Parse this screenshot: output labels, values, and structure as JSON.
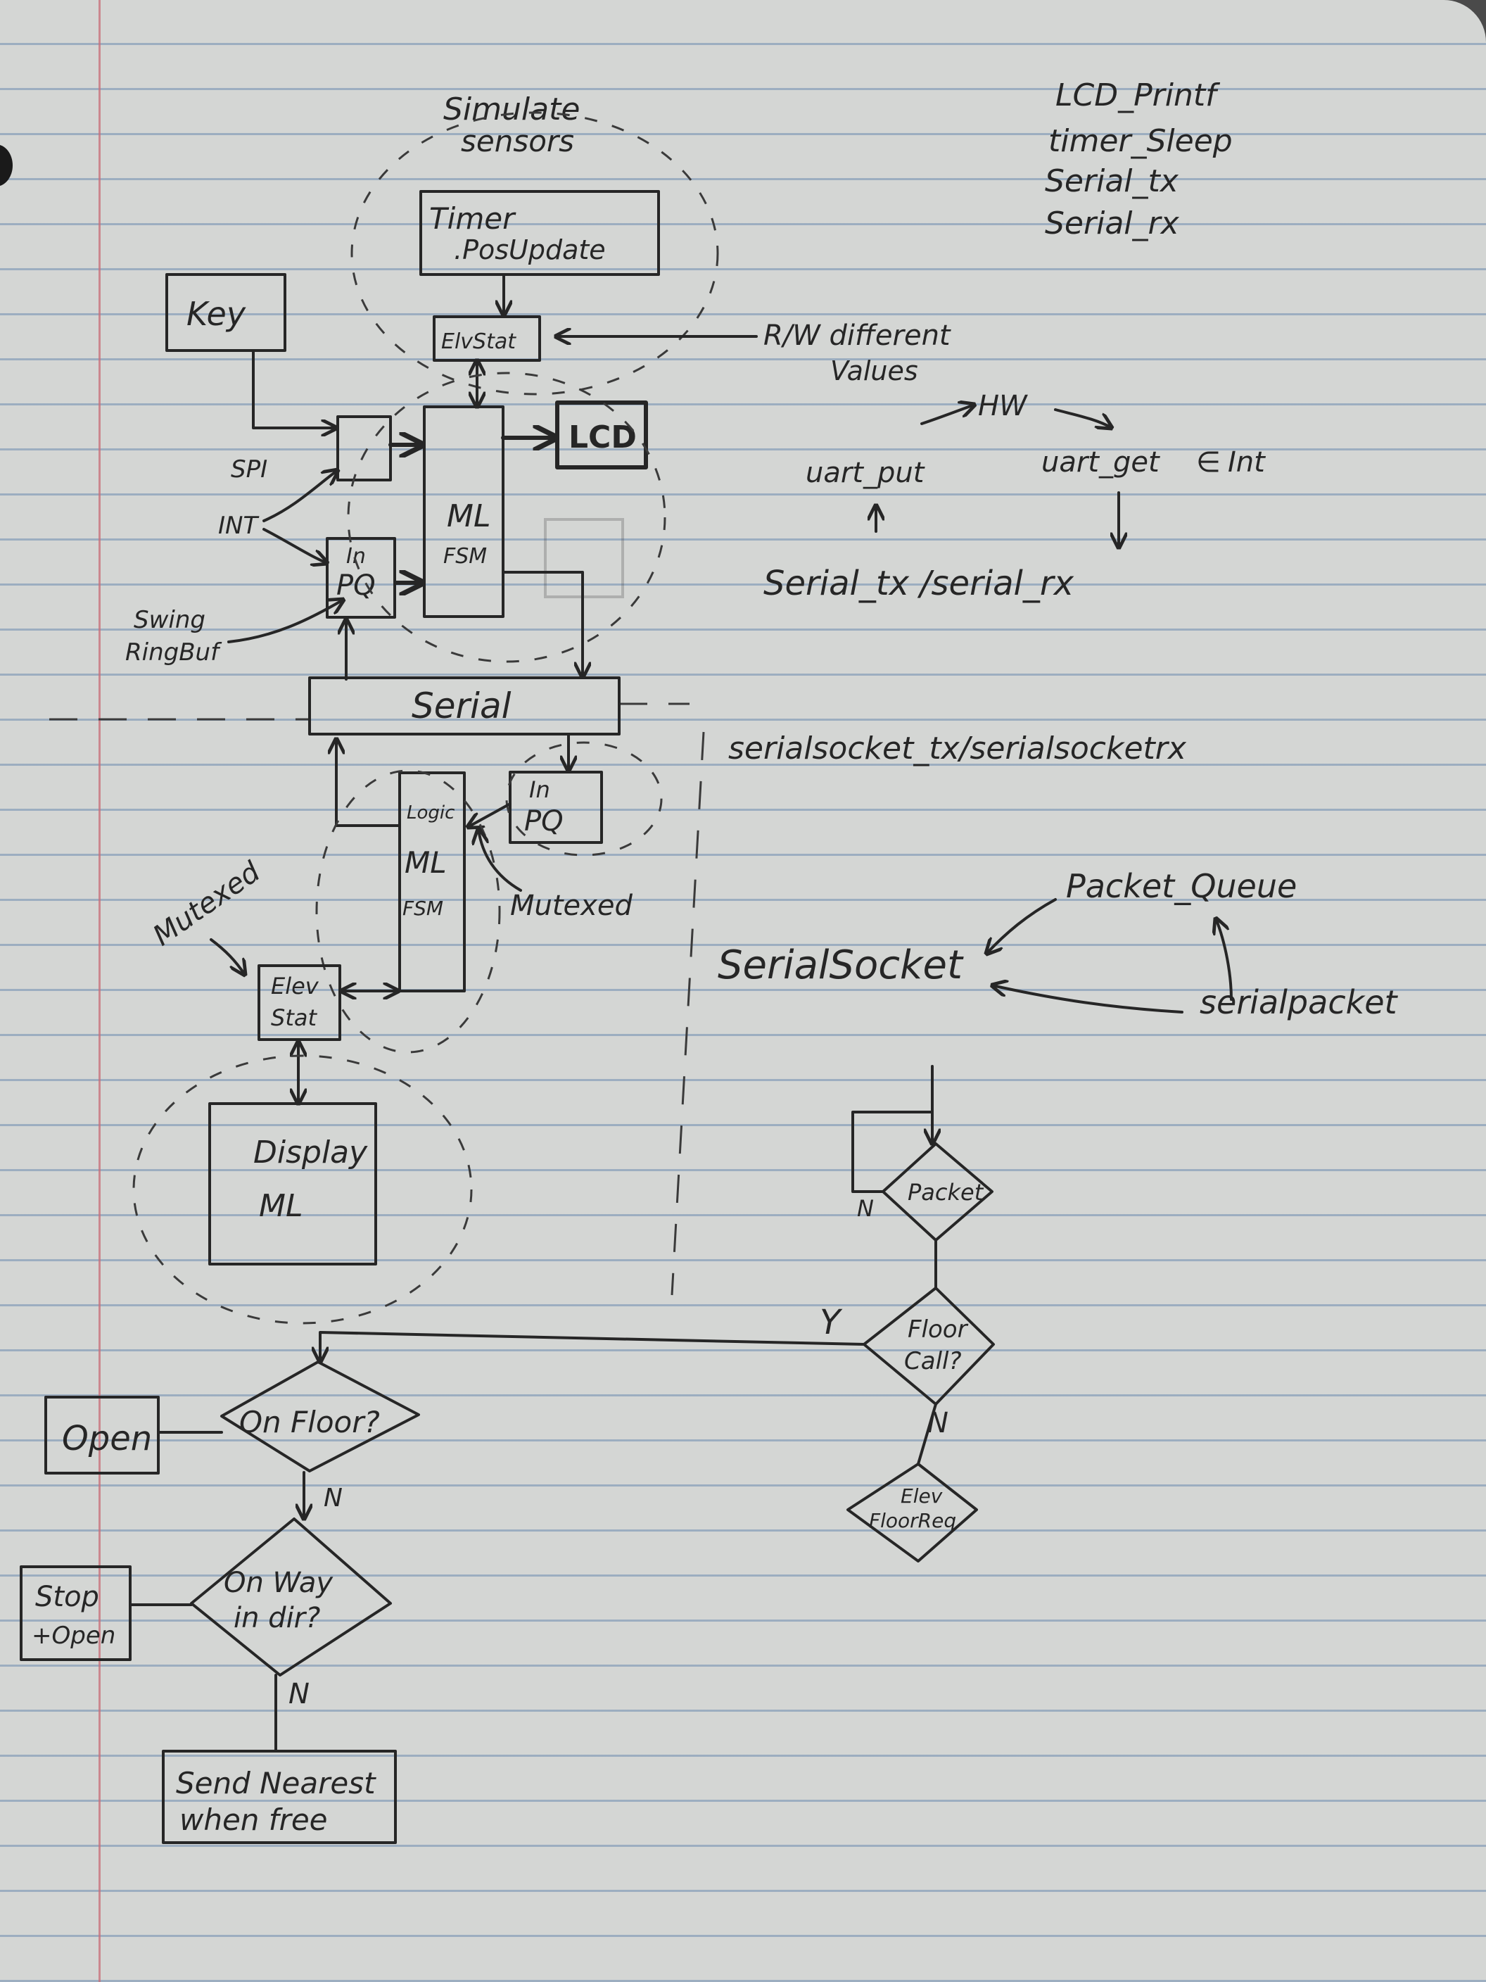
{
  "top_right_notes": [
    "LCD_Printf",
    "timer_Sleep",
    "Serial_tx",
    "Serial_rx"
  ],
  "sim_sensors": {
    "line1": "Simulate",
    "line2": "sensors"
  },
  "timer": {
    "line1": "Timer",
    "line2": ".PosUpdate"
  },
  "elevstat_top": "ElvStat",
  "rw_note": {
    "line1": "R/W different",
    "line2": "Values"
  },
  "key": "Key",
  "lcd": "LCD",
  "spi": "SPI",
  "int": "INT",
  "swing": {
    "line1": "Swing",
    "line2": "RingBuf"
  },
  "top_pq": {
    "line1": "In",
    "line2": "PQ"
  },
  "top_ml": {
    "line1": "ML",
    "line2": "FSM"
  },
  "serial": "Serial",
  "uart": {
    "hw": "HW",
    "put": "uart_put",
    "get": "uart_get",
    "int": "Int",
    "serial_pair": "Serial_tx /serial_rx"
  },
  "serialsocket_pair": "serialsocket_tx/serialsocketrx",
  "bottom_pq": {
    "line1": "In",
    "line2": "PQ"
  },
  "logic_ml": {
    "line1": "Logic",
    "line2": "ML",
    "line3": "FSM"
  },
  "mutexed_right": "Mutexed",
  "mutexed_left": "Mutexed",
  "elev_stat": {
    "line1": "Elev",
    "line2": "Stat"
  },
  "display": {
    "line1": "Display",
    "line2": "ML"
  },
  "packet_queue": "Packet_Queue",
  "serial_socket": "SerialSocket",
  "serial_packet": "serialpacket",
  "flow_right": {
    "packet": "Packet",
    "n1": "N",
    "floor_call": {
      "line1": "Floor",
      "line2": "Call?"
    },
    "y": "Y",
    "n2": "N",
    "elev_floor_req": {
      "line1": "Elev",
      "line2": "FloorReq"
    }
  },
  "flow_left": {
    "on_floor": "On Floor?",
    "open": "Open",
    "n1": "N",
    "on_way": {
      "line1": "On Way",
      "line2": "in dir?"
    },
    "stop_open": {
      "line1": "Stop",
      "line2": "+Open"
    },
    "n2": "N",
    "send_nearest": {
      "line1": "Send Nearest",
      "line2": "when free"
    }
  }
}
